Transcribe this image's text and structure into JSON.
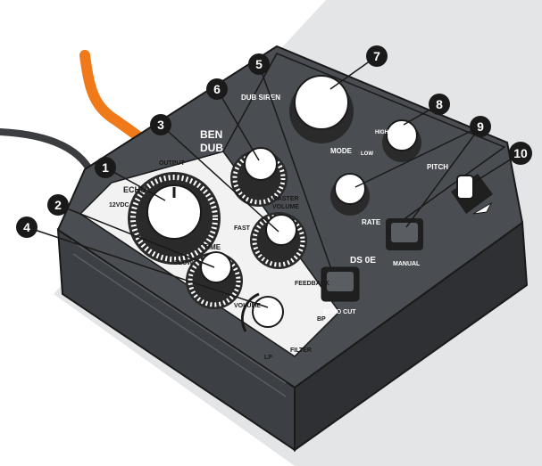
{
  "callouts": [
    "1",
    "2",
    "3",
    "4",
    "5",
    "6",
    "7",
    "8",
    "9",
    "10"
  ],
  "brand": {
    "line1": "BEN",
    "line2": "DUB",
    "logo_text": "DS 0E"
  },
  "panel_labels": {
    "dub_siren": "DUB SIREN",
    "echo": "ECHO",
    "time": "TIME",
    "slow": "SLOW",
    "fast": "FAST",
    "feedback": "FEEDBACK",
    "master_volume_1": "MASTER",
    "master_volume_2": "VOLUME",
    "volume": "VOLUME",
    "filter": "FILTER",
    "lp": "LP",
    "bp": "BP",
    "mode": "MODE",
    "low": "LOW",
    "high": "HIGH",
    "pitch": "PITCH",
    "rate": "RATE",
    "manual": "MANUAL",
    "echo_cut": "ECHO CUT",
    "power": "12VDC",
    "output": "OUTPUT"
  },
  "colors": {
    "cable_orange": "#f07a1a",
    "body": "#4a4d52",
    "panel": "#f2f2f2",
    "knob": "#ffffff",
    "ink": "#1a1a1a",
    "shadow": "#e2e3e5"
  }
}
